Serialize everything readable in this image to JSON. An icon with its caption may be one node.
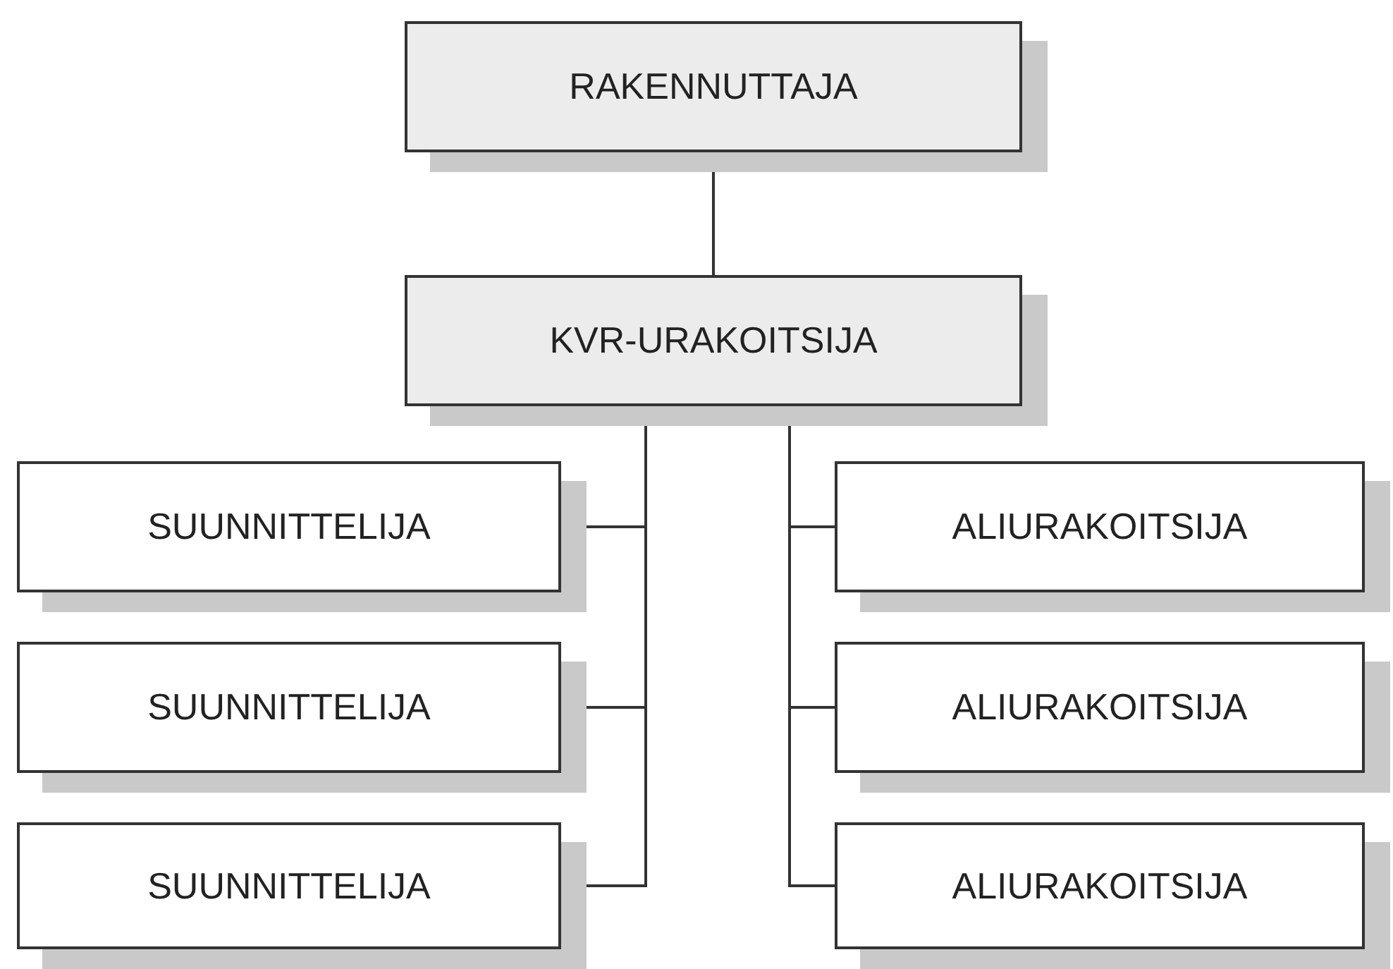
{
  "diagram": {
    "nodes": [
      {
        "text": [
          "RAKENNUTTAJA"
        ]
      },
      {
        "text": [
          "KVR-URAKOITSIJA"
        ]
      },
      {
        "text": [
          "SUUNNITTELIJA"
        ]
      },
      {
        "text": [
          "SUUNNITTELIJA"
        ]
      },
      {
        "text": [
          "SUUNNITTELIJA"
        ]
      },
      {
        "text": [
          "ALIURAKOITSIJA"
        ]
      },
      {
        "text": [
          "ALIURAKOITSIJA"
        ]
      },
      {
        "text": [
          "ALIURAKOITSIJA"
        ]
      }
    ],
    "edges": [
      {
        "from": 0,
        "to": 1,
        "arrow": "none"
      },
      {
        "from": 1,
        "to": 2,
        "arrow": "none"
      },
      {
        "from": 1,
        "to": 3,
        "arrow": "none"
      },
      {
        "from": 1,
        "to": 4,
        "arrow": "none"
      },
      {
        "from": 1,
        "to": 5,
        "arrow": "none"
      },
      {
        "from": 1,
        "to": 6,
        "arrow": "none"
      },
      {
        "from": 1,
        "to": 7,
        "arrow": "none"
      }
    ]
  }
}
